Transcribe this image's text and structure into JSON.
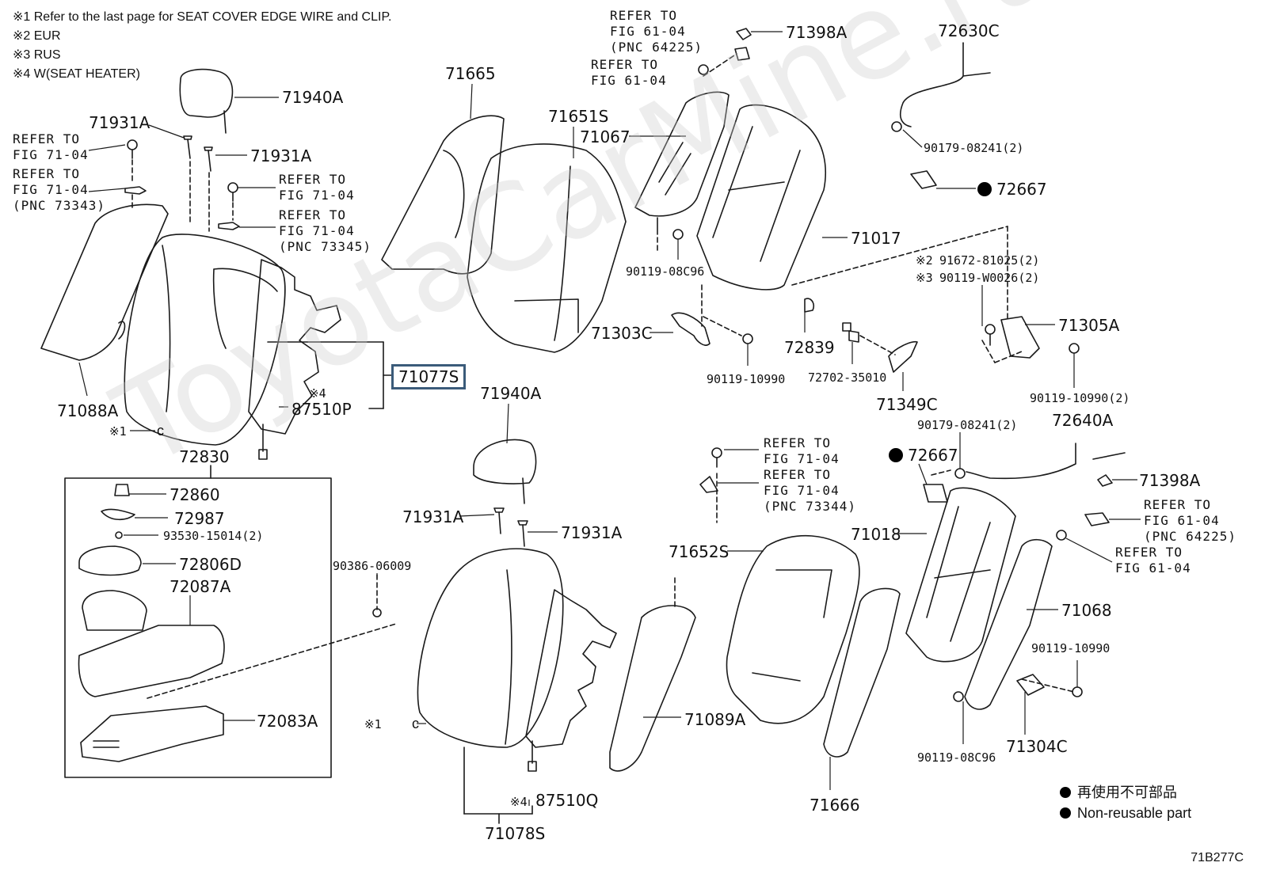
{
  "notes": [
    "※1 Refer to the last page for SEAT COVER EDGE WIRE and CLIP.",
    "※2 EUR",
    "※3 RUS",
    "※4 W(SEAT HEATER)"
  ],
  "parts": {
    "p71940A_top": "71940A",
    "p71931A_a": "71931A",
    "p71931A_b": "71931A",
    "p71088A": "71088A",
    "p71077S": "71077S",
    "p87510P": "87510P",
    "p72830": "72830",
    "p72860": "72860",
    "p72987": "72987",
    "p93530": "93530-15014(2)",
    "p72806D": "72806D",
    "p72087A": "72087A",
    "p72083A": "72083A",
    "p90386": "90386-06009",
    "p71665": "71665",
    "p71651S": "71651S",
    "p71067": "71067",
    "p71398A_top": "71398A",
    "p72630C": "72630C",
    "p90179_top": "90179-08241(2)",
    "p72667_top": "72667",
    "p71017": "71017",
    "p90119_08C96_top": "90119-08C96",
    "p91672": "91672-81025(2)",
    "p90119_W0026": "90119-W0026(2)",
    "p71303C": "71303C",
    "p72839": "72839",
    "p71305A": "71305A",
    "p90119_10990_a": "90119-10990",
    "p72702": "72702-35010",
    "p90119_10990_2": "90119-10990(2)",
    "p71349C": "71349C",
    "p71940A_mid": "71940A",
    "p71931A_c": "71931A",
    "p71931A_d": "71931A",
    "p87510Q": "87510Q",
    "p71078S": "71078S",
    "p71652S": "71652S",
    "p71089A": "71089A",
    "p71666": "71666",
    "p90179_mid": "90179-08241(2)",
    "p72640A": "72640A",
    "p72667_mid": "72667",
    "p71398A_mid": "71398A",
    "p71018": "71018",
    "p71068": "71068",
    "p90119_10990_b": "90119-10990",
    "p90119_08C96_bot": "90119-08C96",
    "p71304C": "71304C"
  },
  "marks": {
    "n1_a": "※1",
    "n1_b": "※1",
    "n4_a": "※4",
    "n4_b": "※4",
    "n2": "※2",
    "n3": "※3"
  },
  "refs": {
    "r1": [
      "REFER TO",
      "FIG 71-04"
    ],
    "r2": [
      "REFER TO",
      "FIG 71-04",
      "(PNC 73343)"
    ],
    "r3": [
      "REFER TO",
      "FIG 71-04"
    ],
    "r4": [
      "REFER TO",
      "FIG 71-04",
      "(PNC 73345)"
    ],
    "r5": [
      "REFER TO",
      "FIG 61-04",
      "(PNC 64225)"
    ],
    "r6": [
      "REFER TO",
      "FIG 61-04"
    ],
    "r7": [
      "REFER TO",
      "FIG 71-04"
    ],
    "r8": [
      "REFER TO",
      "FIG 71-04",
      "(PNC 73344)"
    ],
    "r9": [
      "REFER TO",
      "FIG 61-04",
      "(PNC 64225)"
    ],
    "r10": [
      "REFER TO",
      "FIG 61-04"
    ]
  },
  "legend": {
    "jp": "再使用不可部品",
    "en": "Non-reusable part"
  },
  "watermark": "ToyotaCarMine.ru",
  "figure_code": "71B277C",
  "colors": {
    "line": "#1a1a1a",
    "highlight_border": "#3b5b7a",
    "watermark": "#cccccc"
  }
}
